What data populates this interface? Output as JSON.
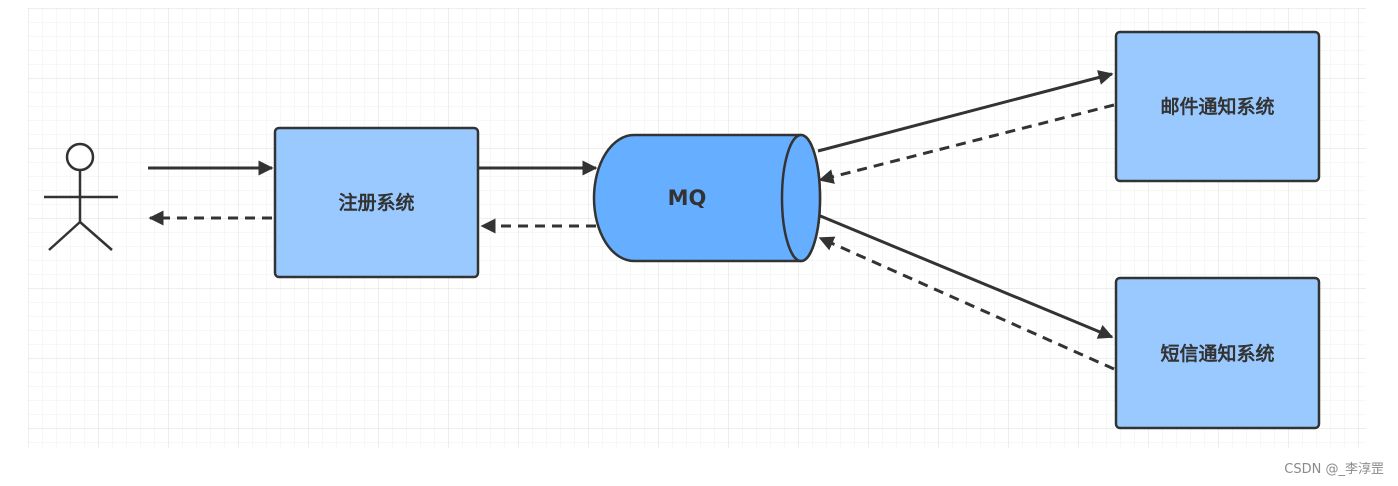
{
  "nodes": {
    "register": {
      "label": "注册系统"
    },
    "mq": {
      "label": "MQ"
    },
    "email": {
      "label": "邮件通知系统"
    },
    "sms": {
      "label": "短信通知系统"
    }
  },
  "colors": {
    "box_fill": "#99c9ff",
    "cylinder_fill": "#66aeff",
    "stroke": "#333333",
    "grid_line": "#e8e8e8"
  },
  "watermark": "CSDN @_李淳罡"
}
